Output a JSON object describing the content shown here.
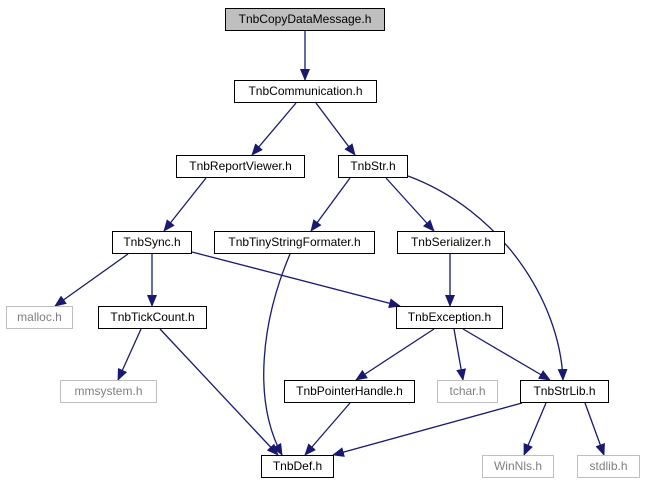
{
  "graph": {
    "edge_color": "#191970",
    "nodes": {
      "copydata": {
        "label": "TnbCopyDataMessage.h",
        "style": "root"
      },
      "communication": {
        "label": "TnbCommunication.h",
        "style": "normal"
      },
      "reportviewer": {
        "label": "TnbReportViewer.h",
        "style": "normal"
      },
      "str": {
        "label": "TnbStr.h",
        "style": "normal"
      },
      "sync": {
        "label": "TnbSync.h",
        "style": "normal"
      },
      "tinystringformater": {
        "label": "TnbTinyStringFormater.h",
        "style": "normal"
      },
      "serializer": {
        "label": "TnbSerializer.h",
        "style": "normal"
      },
      "malloc": {
        "label": "malloc.h",
        "style": "external"
      },
      "tickcount": {
        "label": "TnbTickCount.h",
        "style": "normal"
      },
      "exception": {
        "label": "TnbException.h",
        "style": "normal"
      },
      "mmsystem": {
        "label": "mmsystem.h",
        "style": "external"
      },
      "pointerhandle": {
        "label": "TnbPointerHandle.h",
        "style": "normal"
      },
      "tchar": {
        "label": "tchar.h",
        "style": "external"
      },
      "strlib": {
        "label": "TnbStrLib.h",
        "style": "normal"
      },
      "def": {
        "label": "TnbDef.h",
        "style": "normal"
      },
      "winnls": {
        "label": "WinNls.h",
        "style": "external"
      },
      "stdlib": {
        "label": "stdlib.h",
        "style": "external"
      }
    },
    "edges": [
      [
        "copydata",
        "communication"
      ],
      [
        "communication",
        "reportviewer"
      ],
      [
        "communication",
        "str"
      ],
      [
        "reportviewer",
        "sync"
      ],
      [
        "str",
        "tinystringformater"
      ],
      [
        "str",
        "serializer"
      ],
      [
        "str",
        "strlib"
      ],
      [
        "sync",
        "malloc"
      ],
      [
        "sync",
        "tickcount"
      ],
      [
        "sync",
        "exception"
      ],
      [
        "serializer",
        "exception"
      ],
      [
        "tinystringformater",
        "def"
      ],
      [
        "tickcount",
        "mmsystem"
      ],
      [
        "tickcount",
        "def"
      ],
      [
        "exception",
        "pointerhandle"
      ],
      [
        "exception",
        "tchar"
      ],
      [
        "exception",
        "strlib"
      ],
      [
        "pointerhandle",
        "def"
      ],
      [
        "strlib",
        "def"
      ],
      [
        "strlib",
        "winnls"
      ],
      [
        "strlib",
        "stdlib"
      ]
    ]
  }
}
